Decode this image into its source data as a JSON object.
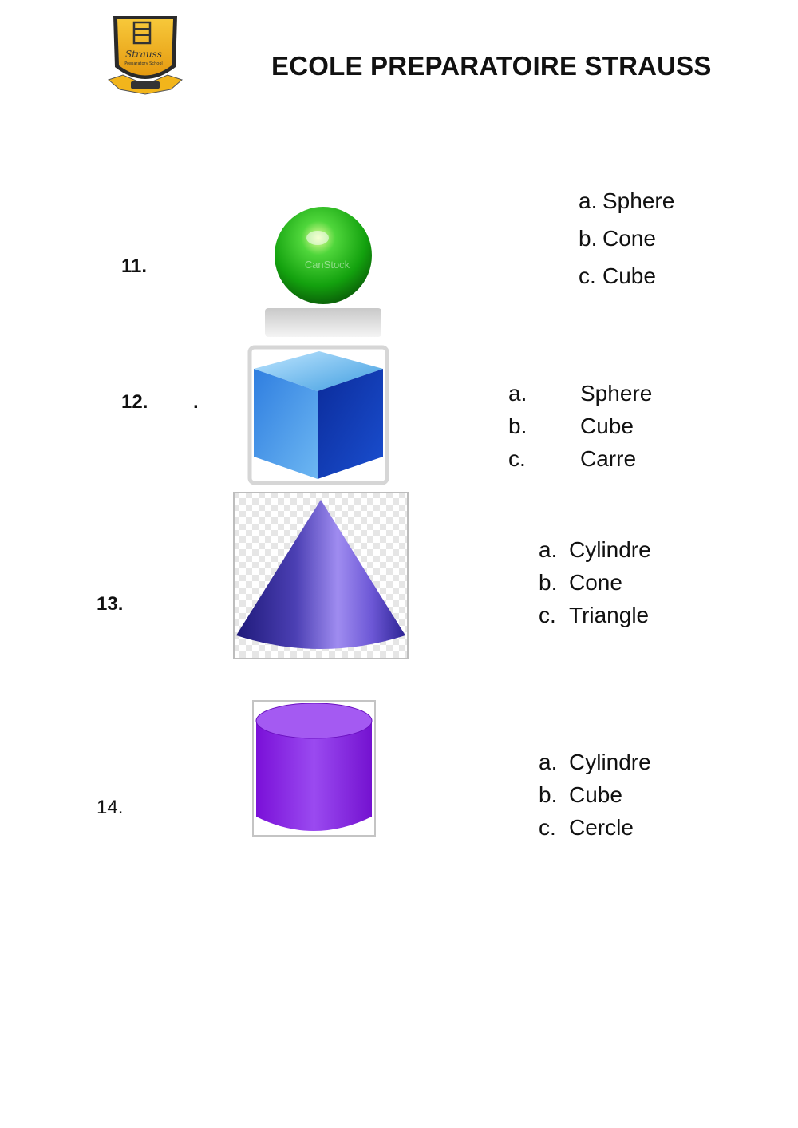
{
  "header": {
    "title": "ECOLE PREPARATOIRE STRAUSS",
    "logo_text": "Strauss",
    "logo_subtitle": "Preparatory School",
    "colors": {
      "shield_gold": "#f2b51b",
      "shield_dark": "#2a2a2a"
    }
  },
  "questions": [
    {
      "number": "11.",
      "shape": "sphere-image",
      "watermark": "CanStock",
      "options": [
        {
          "letter": "a.",
          "text": "Sphere"
        },
        {
          "letter": "b.",
          "text": "Cone"
        },
        {
          "letter": "c.",
          "text": "Cube"
        }
      ]
    },
    {
      "number": "12.",
      "extra_mark": ".",
      "shape": "cube-image",
      "options": [
        {
          "letter": "a.",
          "text": "Sphere"
        },
        {
          "letter": "b.",
          "text": "Cube"
        },
        {
          "letter": "c.",
          "text": "Carre"
        }
      ]
    },
    {
      "number": "13.",
      "shape": "cone-image",
      "options": [
        {
          "letter": "a.",
          "text": "Cylindre"
        },
        {
          "letter": "b.",
          "text": "Cone"
        },
        {
          "letter": "c.",
          "text": "Triangle"
        }
      ]
    },
    {
      "number": "14.",
      "shape": "cylinder-image",
      "options": [
        {
          "letter": "a.",
          "text": "Cylindre"
        },
        {
          "letter": "b.",
          "text": "Cube"
        },
        {
          "letter": "c.",
          "text": "Cercle"
        }
      ]
    }
  ]
}
